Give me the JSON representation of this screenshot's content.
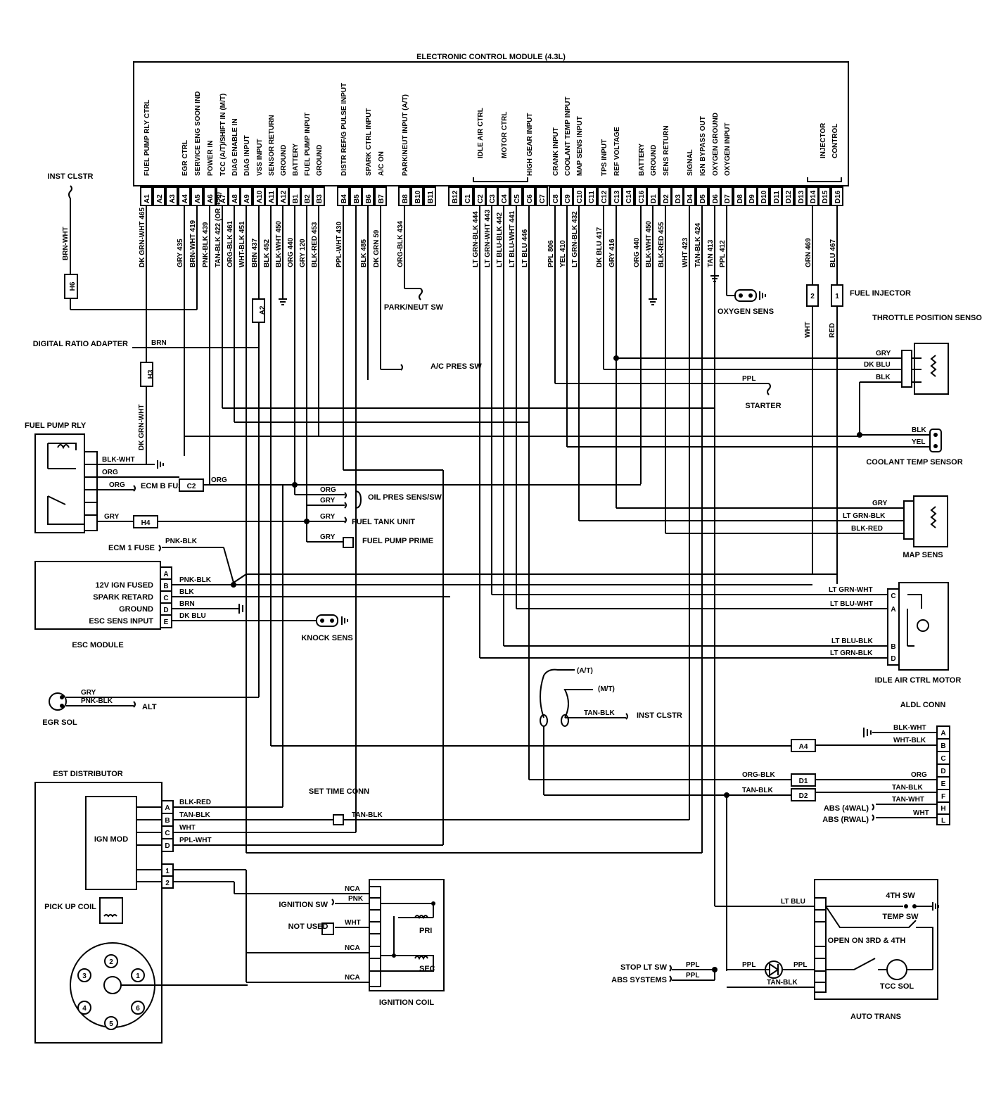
{
  "ecm": {
    "title": "ELECTRONIC CONTROL MODULE (4.3L)",
    "functions": [
      "FUEL PUMP RLY CTRL",
      "EGR CTRL",
      "SERVICE ENG SOON IND",
      "POWER IN",
      "TCC (A/T)/SHIFT IN (M/T)",
      "DIAG ENABLE IN",
      "DIAG INPUT",
      "VSS INPUT",
      "SENSOR RETURN",
      "GROUND",
      "BATTERY",
      "FUEL PUMP INPUT",
      "GROUND",
      "DISTR REF/G PULSE INPUT",
      "SPARK CTRL INPUT",
      "A/C ON",
      "PARK/NEUT INPUT (A/T)",
      "IDLE AIR CTRL",
      "MOTOR CTRL",
      "HIGH GEAR INPUT",
      "CRANK INPUT",
      "COOLANT TEMP INPUT",
      "MAP SENS INPUT",
      "TPS INPUT",
      "REF VOLTAGE",
      "BATTERY",
      "GROUND",
      "SENS RETURN",
      "SIGNAL",
      "IGN BYPASS OUT",
      "OXYGEN GROUND",
      "OXYGEN INPUT",
      "INJECTOR",
      "CONTROL"
    ],
    "pins": [
      "A1",
      "A2",
      "A3",
      "A4",
      "A5",
      "A6",
      "A7",
      "A8",
      "A9",
      "A10",
      "A11",
      "A12",
      "B1",
      "B2",
      "B3",
      "B4",
      "B5",
      "B6",
      "B7",
      "B8",
      "B10",
      "B11",
      "B12",
      "C1",
      "C2",
      "C3",
      "C4",
      "C5",
      "C6",
      "C7",
      "C8",
      "C9",
      "C10",
      "C11",
      "C12",
      "C13",
      "C14",
      "C16",
      "D1",
      "D2",
      "D3",
      "D4",
      "D5",
      "D6",
      "D7",
      "D8",
      "D9",
      "D10",
      "D11",
      "D12",
      "D13",
      "D14",
      "D15",
      "D16"
    ],
    "wire_labels": [
      "DK GRN-WHT 465",
      "GRY 435",
      "BRN-WHT 419",
      "PNK-BLK 439",
      "TAN-BLK 422 (OR 456)",
      "ORG-BLK 461",
      "WHT-BLK 451",
      "BRN 437",
      "BLK 452",
      "BLK-WHT 450",
      "ORG 440",
      "GRY 120",
      "BLK-RED 453",
      "PPL-WHT 430",
      "BLK 485",
      "DK GRN 59",
      "ORG-BLK 434",
      "LT GRN-BLK 444",
      "LT GRN-WHT 443",
      "LT BLU-BLK 442",
      "LT BLU-WHT 441",
      "LT BLU 446",
      "PPL 806",
      "YEL 410",
      "LT GRN-BLK 432",
      "DK BLU 417",
      "GRY 416",
      "ORG 440",
      "BLK-WHT 450",
      "BLK-RED 455",
      "WHT 423",
      "TAN-BLK 424",
      "TAN 413",
      "PPL 412",
      "GRN 469",
      "BLU 467"
    ]
  },
  "components": {
    "inst_clstr": "INST CLSTR",
    "digital_ratio_adapter": "DIGITAL RATIO ADAPTER",
    "fuel_pump_rly": "FUEL PUMP RLY",
    "ecm_b_fuse": "ECM B FUSE",
    "ecm_1_fuse": "ECM 1 FUSE",
    "oil_pres_sens": "OIL PRES SENS/SW",
    "fuel_tank_unit": "FUEL TANK UNIT",
    "fuel_pump_prime": "FUEL PUMP PRIME",
    "esc_module": "ESC MODULE",
    "esc_inputs": [
      "12V IGN FUSED",
      "SPARK RETARD",
      "GROUND",
      "ESC SENS INPUT"
    ],
    "knock_sens": "KNOCK SENS",
    "egr_sol": "EGR SOL",
    "alt": "ALT",
    "park_neut_sw": "PARK/NEUT SW",
    "ac_pres_sw": "A/C PRES SW",
    "oxygen_sens": "OXYGEN SENS",
    "fuel_injector": "FUEL INJECTOR",
    "throttle_position_sensor": "THROTTLE POSITION SENSOR",
    "starter": "STARTER",
    "coolant_temp_sensor": "COOLANT TEMP SENSOR",
    "map_sens": "MAP SENS",
    "idle_air_ctrl_motor": "IDLE AIR CTRL MOTOR",
    "at": "(A/T)",
    "mt": "(M/T)",
    "inst_clstr_2": "INST CLSTR",
    "aldl_conn": "ALDL CONN",
    "est_distributor": "EST DISTRIBUTOR",
    "ign_mod": "IGN MOD",
    "pick_up_coil": "PICK UP COIL",
    "set_time_conn": "SET TIME CONN",
    "ignition_sw": "IGNITION SW",
    "not_used": "NOT USED",
    "pri": "PRI",
    "sec": "SEC",
    "ignition_coil": "IGNITION COIL",
    "stop_lt_sw": "STOP LT SW",
    "abs_systems": "ABS SYSTEMS",
    "abs_4wal": "ABS (4WAL)",
    "abs_rwal": "ABS (RWAL)",
    "auto_trans": "AUTO TRANS",
    "fourth_sw": "4TH SW",
    "temp_sw": "TEMP SW",
    "open_on": "OPEN ON 3RD & 4TH",
    "tcc_sol": "TCC SOL"
  },
  "splices": [
    "H6",
    "H3",
    "A2",
    "C2",
    "H4",
    "A4",
    "D1",
    "D2"
  ],
  "wire_colors": {
    "brn_wht": "BRN-WHT",
    "dk_grn_wht": "DK GRN-WHT",
    "brn": "BRN",
    "blk_wht": "BLK-WHT",
    "org": "ORG",
    "gry": "GRY",
    "pnk_blk": "PNK-BLK",
    "blk": "BLK",
    "dk_blu": "DK BLU",
    "ppl": "PPL",
    "yel": "YEL",
    "lt_grn_blk": "LT GRN-BLK",
    "blk_red": "BLK-RED",
    "lt_grn_wht": "LT GRN-WHT",
    "lt_blu_wht": "LT BLU-WHT",
    "lt_blu_blk": "LT BLU-BLK",
    "tan_blk": "TAN-BLK",
    "wht_blk": "WHT-BLK",
    "org_blk": "ORG-BLK",
    "tan_wht": "TAN-WHT",
    "wht": "WHT",
    "ppl_wht": "PPL-WHT",
    "nca": "NCA",
    "pnk": "PNK",
    "lt_blu": "LT BLU",
    "red": "RED"
  }
}
